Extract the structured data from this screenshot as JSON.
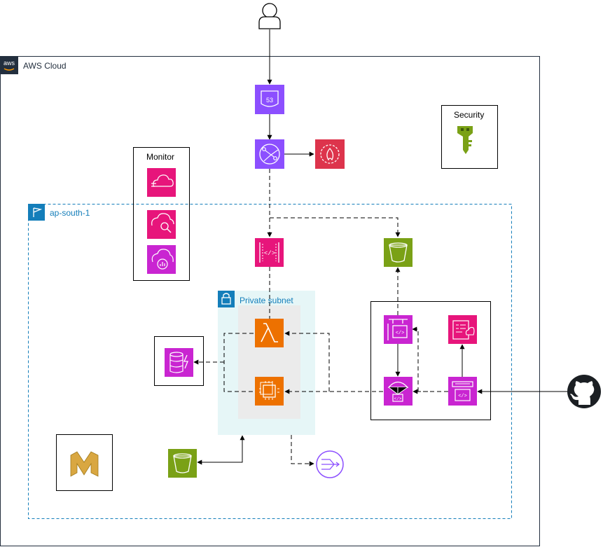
{
  "cloud": {
    "label": "AWS Cloud",
    "logo_text": "aws"
  },
  "region": {
    "label": "ap-south-1"
  },
  "subnet": {
    "label": "Private subnet"
  },
  "groups": {
    "monitor": {
      "label": "Monitor"
    },
    "security": {
      "label": "Security"
    }
  },
  "colors": {
    "network": "#8C4FFF",
    "security": "#DD344C",
    "app_integration": "#E7157B",
    "storage": "#7AA116",
    "compute": "#ED7100",
    "database": "#C925D1",
    "devtools": "#C925D1",
    "management": "#E7157B",
    "iam": "#7AA116",
    "region_border": "#147EBA",
    "subnet_fill": "#E6F6F7"
  },
  "icons": {
    "user": "user-icon",
    "route53": "route53-icon",
    "cloudfront": "cloudfront-icon",
    "waf": "waf-icon",
    "api_gateway": "api-gateway-icon",
    "s3_top": "s3-bucket-icon",
    "lambda": "lambda-icon",
    "ec2": "ec2-icon",
    "dynamodb": "dynamodb-icon",
    "s3_bottom": "s3-bucket-icon",
    "nat_gateway": "nat-gateway-icon",
    "codebuild": "codebuild-icon",
    "codedeploy": "codedeploy-icon",
    "codepipeline": "codepipeline-icon",
    "cloudformation": "cloudformation-icon",
    "cloudwatch": "cloudwatch-icon",
    "cloudwatch_logs": "cloudwatch-logs-icon",
    "cloudwatch_metrics": "cloudwatch-metrics-icon",
    "kms": "kms-key-icon",
    "aws_ledger": "amazon-icon",
    "github": "github-icon"
  }
}
